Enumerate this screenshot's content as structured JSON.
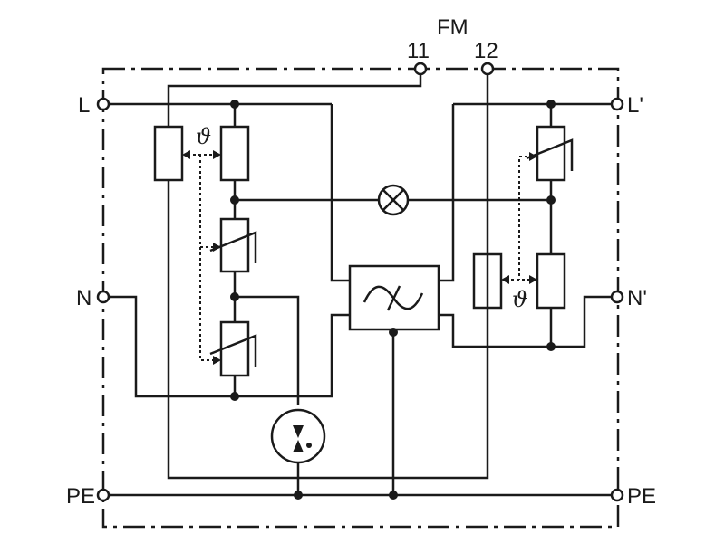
{
  "labels": {
    "fm": "FM",
    "term11": "11",
    "term12": "12",
    "l_in": "L",
    "l_out": "L'",
    "n_in": "N",
    "n_out": "N'",
    "pe_in": "PE",
    "pe_out": "PE",
    "theta_left": "ϑ",
    "theta_right": "ϑ"
  },
  "colors": {
    "stroke": "#1a1a1a",
    "background": "#ffffff"
  }
}
